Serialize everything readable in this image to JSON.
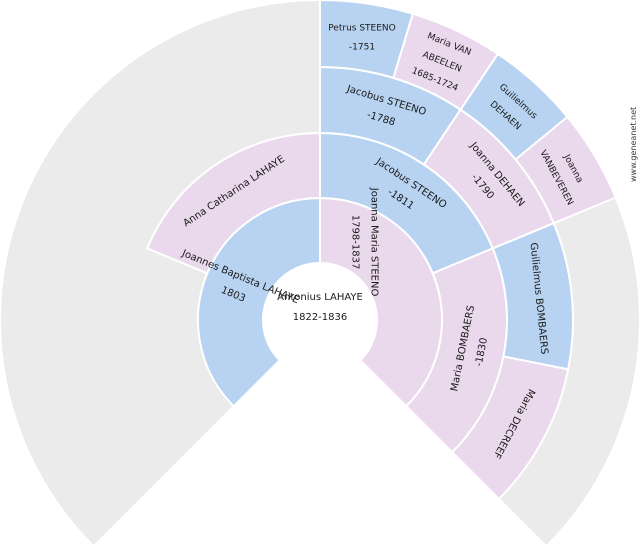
{
  "watermark": "www.geneanet.net",
  "colors": {
    "male": "#b8d3f1",
    "female": "#ead8ec",
    "empty": "#ebebeb"
  },
  "root": {
    "name": "Antonius LAHAYE",
    "dates": "1822-1836"
  },
  "people": {
    "father": {
      "name": "Joannes Baptista LAHAYE",
      "dates": "1803"
    },
    "mother": {
      "name": "Joanna Maria STEENO",
      "dates": "1798-1837"
    },
    "paternal_grandmother": {
      "name": "Anna Catharina LAHAYE",
      "dates": ""
    },
    "maternal_grandfather": {
      "name": "Jacobus STEENO",
      "dates": "-1811"
    },
    "maternal_grandmother": {
      "name": "Maria BOMBAERS",
      "dates": "-1830"
    },
    "mm_father": {
      "name": "Jacobus STEENO",
      "dates": "-1788"
    },
    "mm_mother": {
      "name": "Joanna DEHAEN",
      "dates": "-1790"
    },
    "mb_father": {
      "name": "Guilielmus BOMBAERS",
      "dates": ""
    },
    "mb_mother": {
      "name": "Maria DECREEF",
      "dates": ""
    },
    "g4_petrus": {
      "name": "Petrus STEENO",
      "dates": "-1751"
    },
    "g4_maria": {
      "name": "Maria VAN ABEELEN",
      "line1": "Maria VAN",
      "line2": "ABEELEN",
      "dates": "1685-1724"
    },
    "g4_guilielmus": {
      "name": "Guilielmus DEHAEN",
      "line1": "Guilielmus",
      "line2": "DEHAEN",
      "dates": ""
    },
    "g4_joanna": {
      "name": "Joanna VANBEVEREN",
      "line1": "Joanna",
      "line2": "VANBEVEREN",
      "dates": ""
    }
  }
}
